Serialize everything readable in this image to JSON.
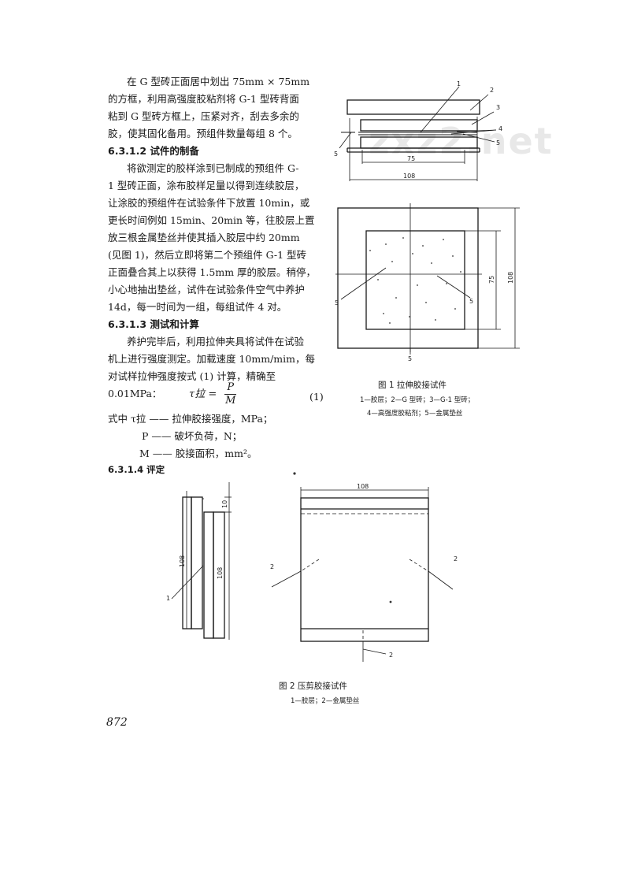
{
  "body": {
    "para1": [
      "在 G 型砖正面居中划出 75mm × 75mm",
      "的方框，利用高强度胶粘剂将 G-1 型砖背面",
      "粘到 G 型砖方框上，压紧对齐，刮去多余的",
      "胶，使其固化备用。预组件数量每组 8 个。"
    ],
    "h_6312": "6.3.1.2   试件的制备",
    "para2": [
      "将欲测定的胶样涂到已制成的预组件 G-",
      "1 型砖正面，涂布胶样足量以得到连续胶层，",
      "让涂胶的预组件在试验条件下放置 10min，或",
      "更长时间例如 15min、20min 等，往胶层上置",
      "放三根金属垫丝并使其插入胶层中约 20mm",
      "(见图 1)，然后立即将第二个预组件 G-1 型砖",
      "正面叠合其上以获得 1.5mm 厚的胶层。稍停，",
      "小心地抽出垫丝，试件在试验条件空气中养护",
      "14d，每一时间为一组，每组试件 4 对。"
    ],
    "h_6313": "6.3.1.3   测试和计算",
    "para3": [
      "养护完毕后，利用拉伸夹具将试件在试验",
      "机上进行强度测定。加载速度 10mm/mim，每",
      "对试样拉伸强度按式 (1) 计算，精确至",
      "0.01MPa："
    ],
    "formula": {
      "lhs": "τ拉 =",
      "num": "P",
      "den": "M",
      "eqno": "(1)"
    },
    "where": [
      "式中   τ拉 —— 拉伸胶接强度，MPa；",
      "P —— 破坏负荷，N；",
      "M —— 胶接面积，mm²。"
    ],
    "h_6314": "6.3.1.4   评定"
  },
  "fig1": {
    "title": "图 1   拉伸胶接试件",
    "legend1": "1—胶层；2—G 型砖；3—G-1 型砖；",
    "legend2": "4—高强度胶粘剂；5—金属垫丝",
    "labels": {
      "l1": "1",
      "l2": "2",
      "l3": "3",
      "l4": "4",
      "l5a": "5",
      "l5b": "5",
      "dim75": "75",
      "dim108": "108",
      "dim75v": "75",
      "dim108v": "108",
      "p5a": "5",
      "p5b": "5",
      "p5c": "5"
    }
  },
  "fig2": {
    "title": "图 2   压剪胶接试件",
    "legend": "1—胶层；2—金属垫丝",
    "labels": {
      "dim108top": "108",
      "dim10": "10",
      "dim108a": "108",
      "dim108b": "108",
      "l1": "1",
      "l2a": "2",
      "l2b": "2",
      "l2c": "2"
    }
  },
  "watermark": "zxz2.net",
  "page_number": "872"
}
